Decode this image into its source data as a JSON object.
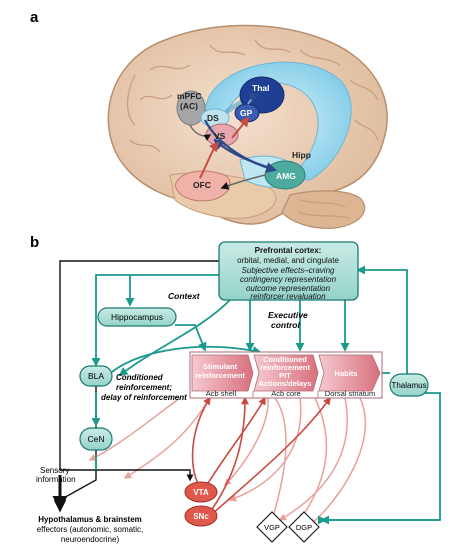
{
  "panel_a": {
    "letter": "a",
    "regions": {
      "mpfc": "mPFC",
      "mpfc_sub": "(AC)",
      "thal": "Thal",
      "gp": "GP",
      "ds": "DS",
      "vs": "VS",
      "hipp": "Hipp",
      "amg": "AMG",
      "ofc": "OFC"
    }
  },
  "panel_b": {
    "letter": "b",
    "prefrontal": {
      "title": "Prefrontal cortex:",
      "subtitle": "orbital, medial, and cingulate",
      "line1": "Subjective effects–craving",
      "line2": "contingency representation",
      "line3": "outcome representation",
      "line4": "reinforcer revaluation"
    },
    "context": "Context",
    "executive1": "Executive",
    "executive2": "control",
    "hippocampus": "Hippocampus",
    "bla": "BLA",
    "cen": "CeN",
    "thalamus": "Thalamus",
    "conditioned_note1": "Conditioned",
    "conditioned_note2": "reinforcement;",
    "conditioned_note3": "delay of reinforcement",
    "striatum": {
      "stim1": "Stimulant",
      "stim2": "reinforcement",
      "cond1": "Conditioned",
      "cond2": "reinforcement",
      "cond3": "PIT",
      "cond4": "Actions/delays",
      "habits": "Habits",
      "acb_shell": "Acb shell",
      "acb_core": "Acb core",
      "dorsal": "Dorsal striatum"
    },
    "sensory1": "Sensory",
    "sensory2": "information",
    "hypo1": "Hypothalamus & brainstem",
    "hypo2": "effectors (autonomic, somatic,",
    "hypo3": "neuroendocrine)",
    "vta": "VTA",
    "snc": "SNc",
    "vgp": "VGP",
    "dgp": "DGP"
  }
}
